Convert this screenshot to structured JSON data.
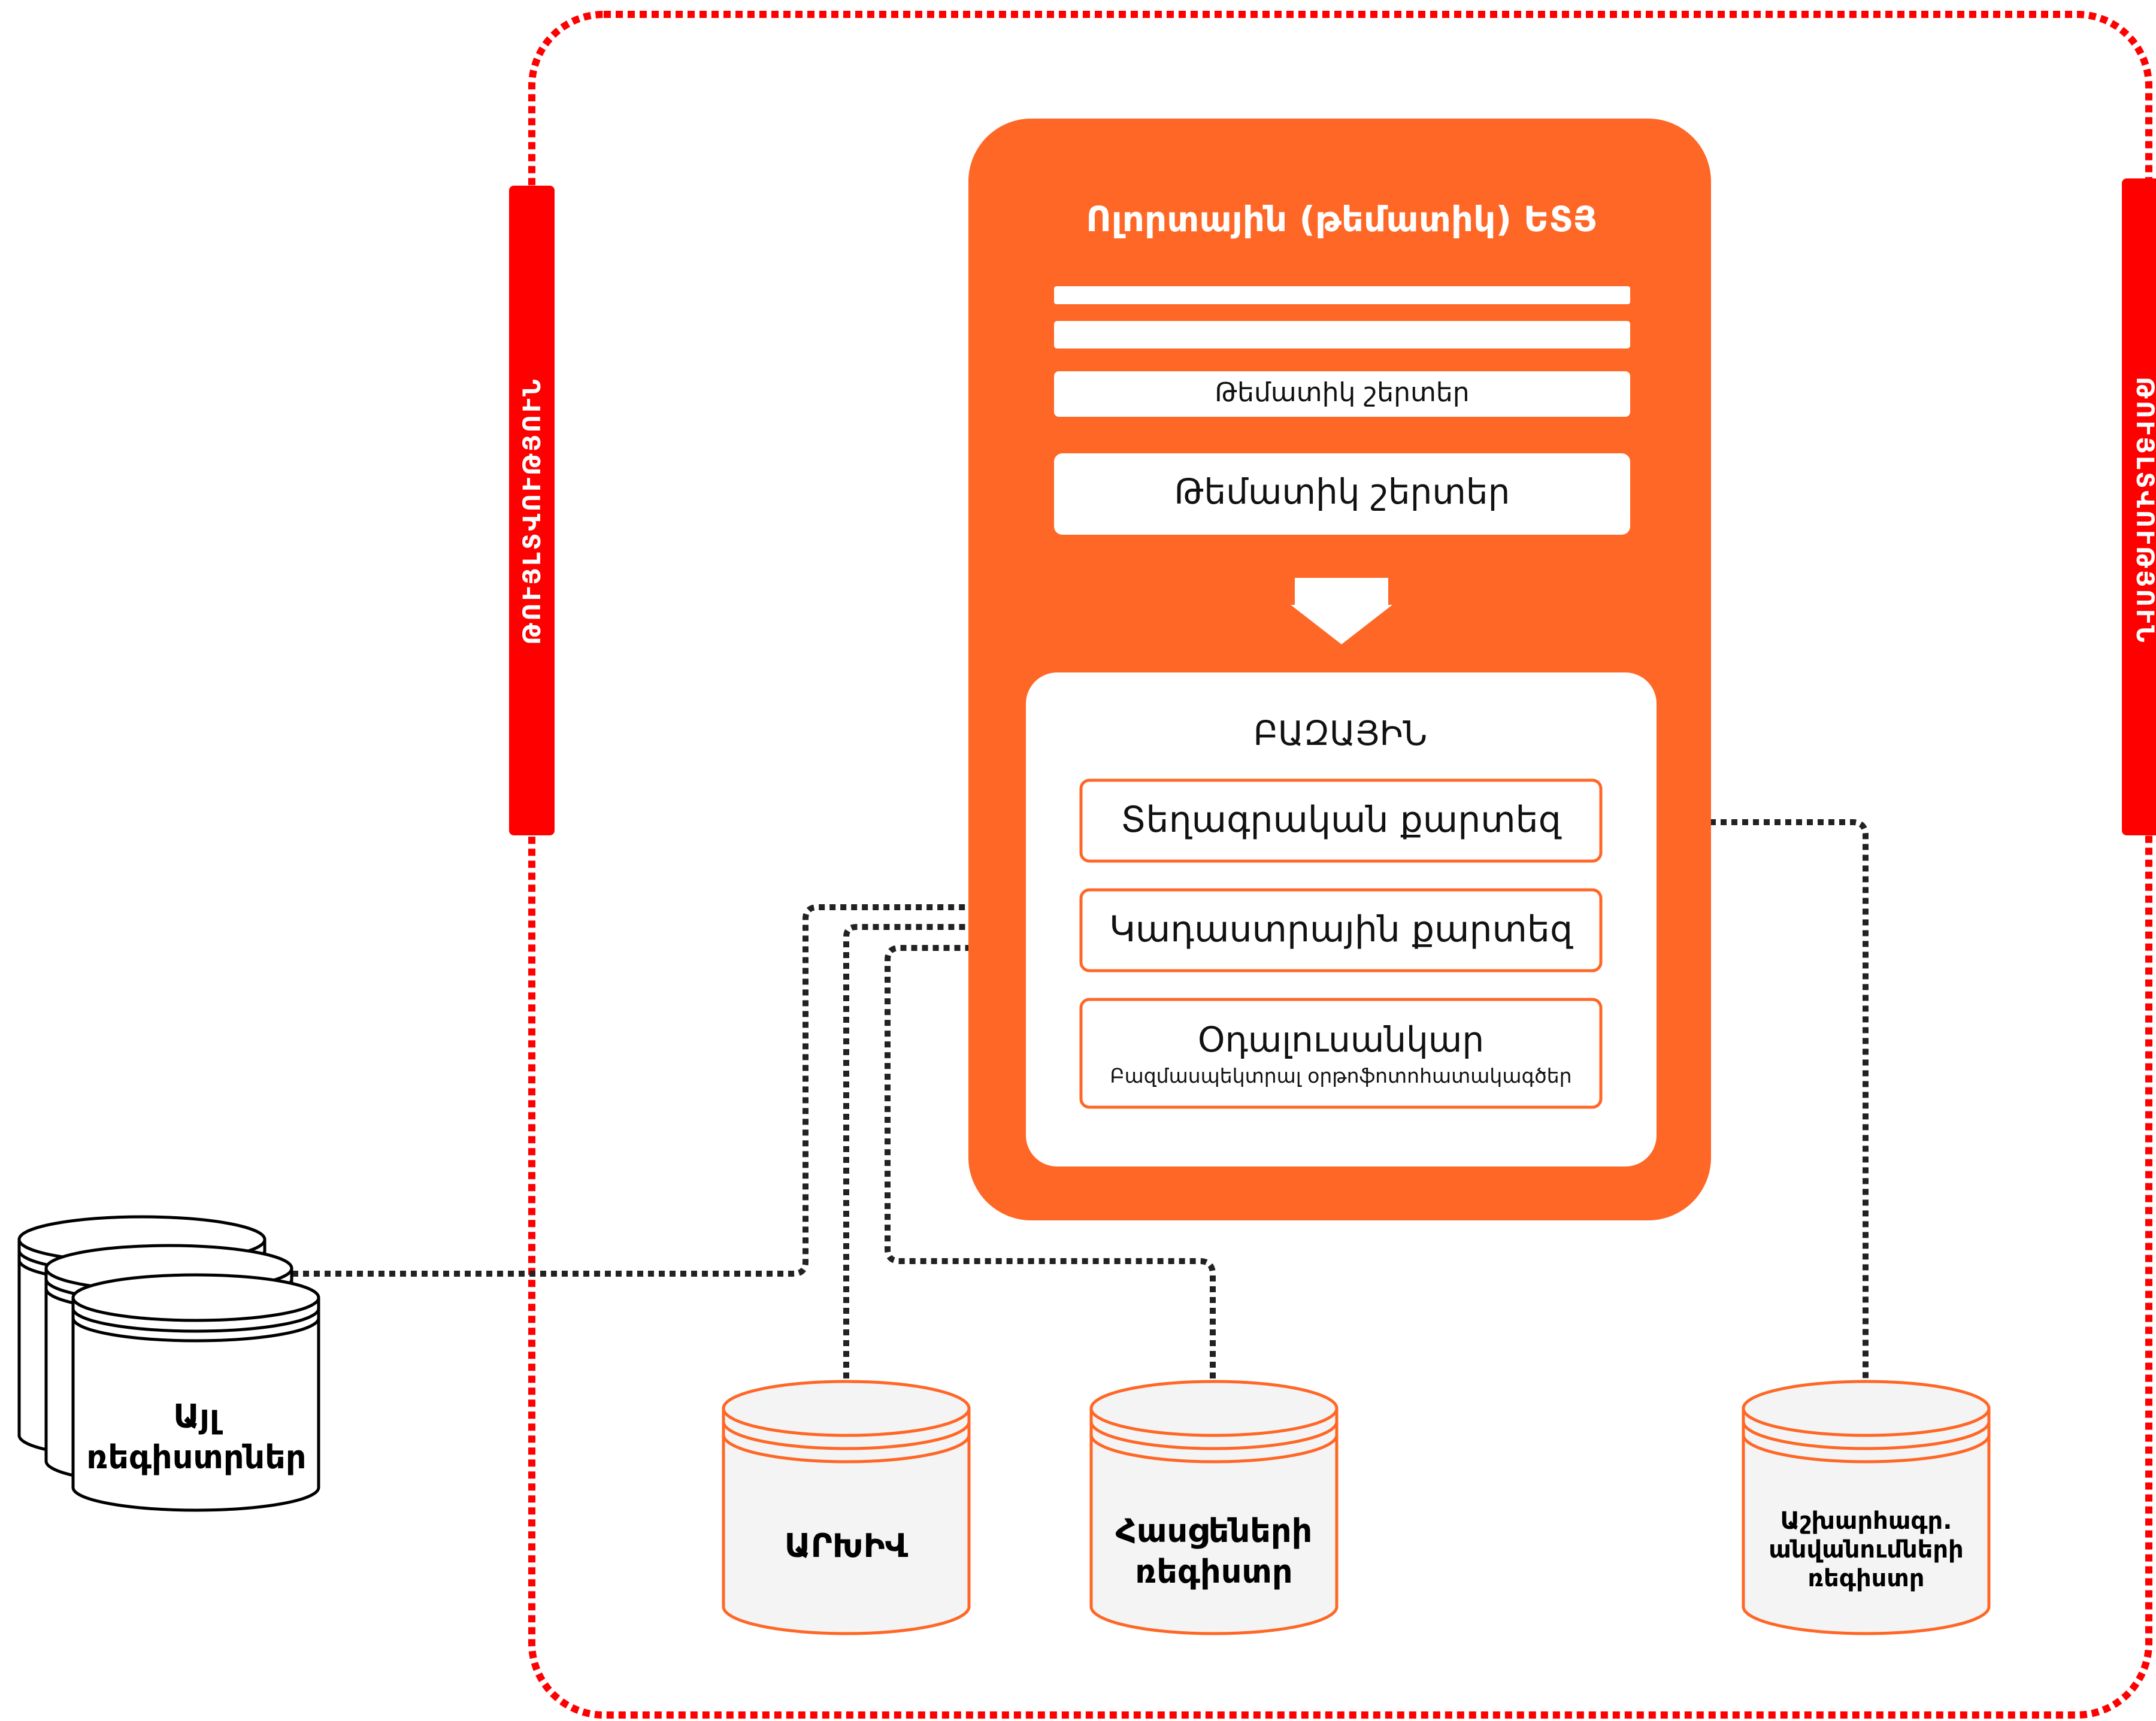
{
  "colors": {
    "accent": "#ff6726",
    "border_red": "#ff0000",
    "db_fill": "#f4f4f4",
    "white": "#ffffff",
    "black": "#000000"
  },
  "side_bars": {
    "left_label": "ԹՈՒՅԼՏՎՈՒԹՅՈՒՆ",
    "right_label": "ԹՈՒՅԼՏՎՈՒԹՅՈՒՆ"
  },
  "panel": {
    "title": "Ոլորտային (թեմատիկ) ԵՏՅ",
    "layer_small": "Թեմատիկ շերտեր",
    "layer_large": "Թեմատիկ շերտեր",
    "base_title": "ԲԱԶԱՅԻՆ",
    "base_items": [
      {
        "label": "Տեղագրական քարտեզ"
      },
      {
        "label": "Կադաստրային քարտեզ"
      },
      {
        "label": "Օդալուսանկար",
        "sublabel": "Բազմասպեկտրալ օրթոֆոտոհատակագծեր"
      }
    ]
  },
  "databases": {
    "other": {
      "line1": "Այլ",
      "line2": "ռեգիստրներ"
    },
    "archive": {
      "line1": "ԱՐԽԻՎ"
    },
    "addresses": {
      "line1": "Հասցեների",
      "line2": "ռեգիստր"
    },
    "geonames": {
      "line1": "Աշխարհագր.",
      "line2": "անվանումների",
      "line3": "ռեգիստր"
    }
  }
}
